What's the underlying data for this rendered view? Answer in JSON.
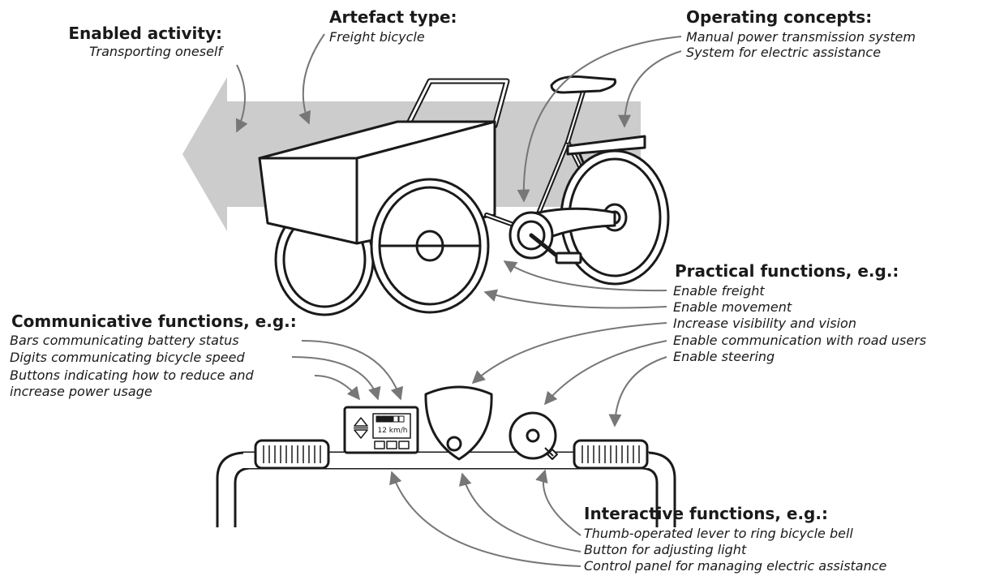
{
  "enabled_activity": {
    "heading": "Enabled activity:",
    "items": [
      "Transporting oneself"
    ]
  },
  "artefact_type": {
    "heading": "Artefact type:",
    "items": [
      "Freight bicycle"
    ]
  },
  "operating_concepts": {
    "heading": "Operating concepts:",
    "items": [
      "Manual power transmission system",
      "System for electric assistance"
    ]
  },
  "practical_functions": {
    "heading": "Practical functions, e.g.:",
    "items": [
      "Enable freight",
      "Enable movement",
      "Increase visibility and vision",
      "Enable communication with road users",
      "Enable steering"
    ]
  },
  "communicative_functions": {
    "heading": "Communicative functions, e.g.:",
    "items": [
      "Bars communicating battery status",
      "Digits communicating bicycle speed",
      "Buttons indicating how to reduce and",
      "increase power usage"
    ]
  },
  "interactive_functions": {
    "heading": "Interactive functions, e.g.:",
    "items": [
      "Thumb-operated lever to ring bicycle bell",
      "Button for adjusting light",
      "Control panel for managing electric assistance"
    ]
  },
  "display": {
    "speed": "12 km/h"
  },
  "colors": {
    "arrow": "#cccccc",
    "connector": "#777777",
    "ink": "#1a1a1a"
  }
}
